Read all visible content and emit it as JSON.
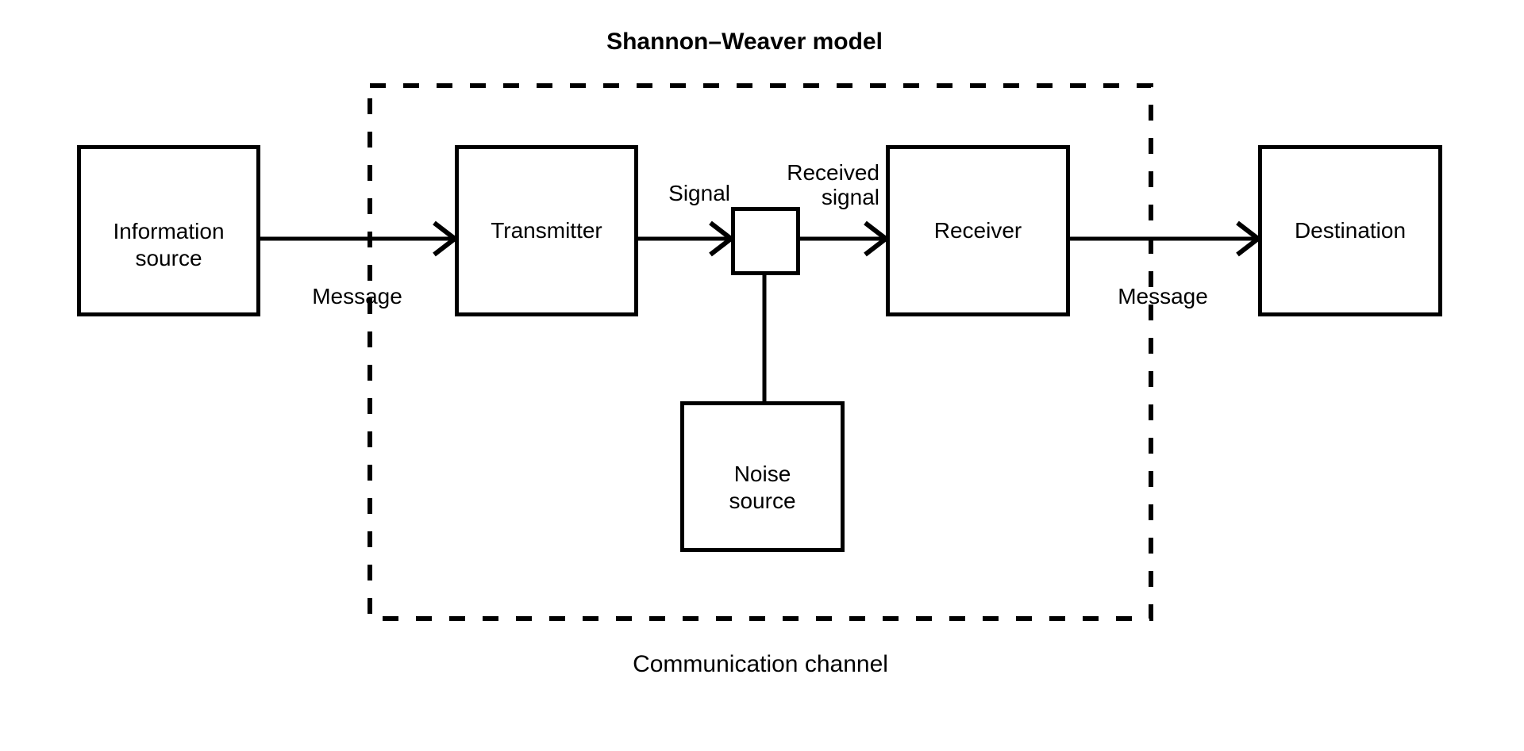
{
  "diagram": {
    "title": "Shannon–Weaver model",
    "type": "flow-diagram",
    "colors": {
      "ink": "#000000",
      "background": "#ffffff"
    },
    "nodes": {
      "information_source": {
        "line1": "Information",
        "line2": "source"
      },
      "transmitter": {
        "line1": "Transmitter"
      },
      "noise_junction": {
        "line1": ""
      },
      "receiver": {
        "line1": "Receiver"
      },
      "destination": {
        "line1": "Destination"
      },
      "noise_source": {
        "line1": "Noise",
        "line2": "source"
      }
    },
    "labels": {
      "message_left": "Message",
      "signal": "Signal",
      "received_signal_line1": "Received",
      "received_signal_line2": "signal",
      "message_right": "Message",
      "channel": "Communication channel"
    },
    "edges": [
      {
        "from": "information_source",
        "to": "transmitter",
        "label": "Message",
        "style": "arrow"
      },
      {
        "from": "transmitter",
        "to": "noise_junction",
        "label": "Signal",
        "style": "arrow"
      },
      {
        "from": "noise_junction",
        "to": "receiver",
        "label": "Received signal",
        "style": "arrow"
      },
      {
        "from": "receiver",
        "to": "destination",
        "label": "Message",
        "style": "arrow"
      },
      {
        "from": "noise_source",
        "to": "noise_junction",
        "label": "",
        "style": "plain-line"
      }
    ],
    "boundary": {
      "label": "Communication channel",
      "contains": [
        "transmitter",
        "noise_junction",
        "receiver",
        "noise_source"
      ]
    }
  }
}
